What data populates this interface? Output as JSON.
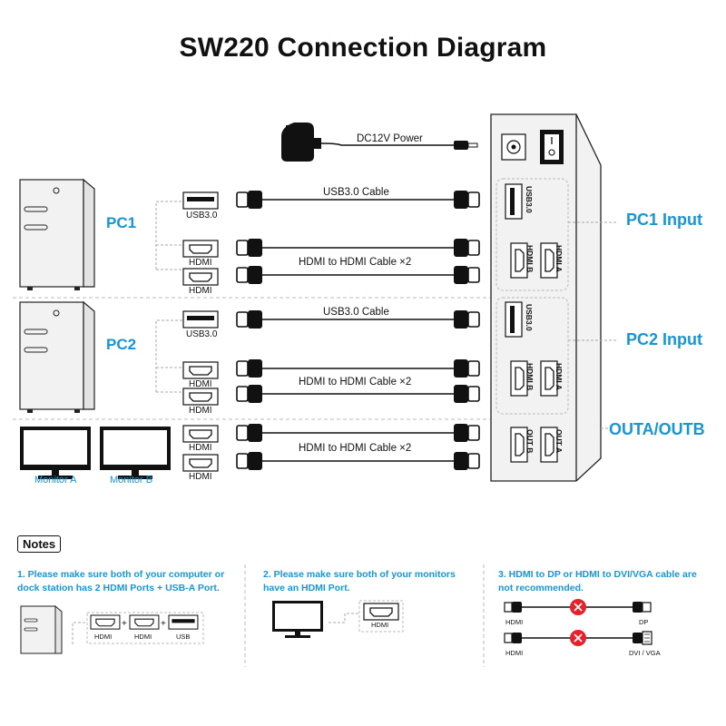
{
  "title": "SW220 Connection Diagram",
  "power": {
    "label": "DC12V Power"
  },
  "pcs": [
    {
      "label": "PC1",
      "usb_port": "USB3.0",
      "hdmi_port_1": "HDMI",
      "hdmi_port_2": "HDMI",
      "usb_cable": "USB3.0 Cable",
      "hdmi_cable": "HDMI to HDMI Cable ×2"
    },
    {
      "label": "PC2",
      "usb_port": "USB3.0",
      "hdmi_port_1": "HDMI",
      "hdmi_port_2": "HDMI",
      "usb_cable": "USB3.0 Cable",
      "hdmi_cable": "HDMI to HDMI Cable ×2"
    }
  ],
  "monitors": {
    "monitor_a": "Monitor A",
    "monitor_b": "Monitor B",
    "hdmi_port_1": "HDMI",
    "hdmi_port_2": "HDMI",
    "hdmi_cable": "HDMI to HDMI Cable ×2"
  },
  "switch_ports": {
    "pc1_usb": "USB3.0",
    "pc1_hdmi_b": "HDMI B",
    "pc1_hdmi_a": "HDMI A",
    "pc2_usb": "USB3.0",
    "pc2_hdmi_b": "HDMI B",
    "pc2_hdmi_a": "HDMI A",
    "out_b": "OUT B",
    "out_a": "OUT A"
  },
  "side_labels": {
    "pc1_input": "PC1 Input",
    "pc2_input": "PC2 Input",
    "outputs": "OUTA/OUTB"
  },
  "notes": {
    "heading": "Notes",
    "note1": {
      "line1": "1. Please make sure both of your computer or",
      "line2": "dock station has 2 HDMI Ports + USB-A Port.",
      "port1": "HDMI",
      "port2": "HDMI",
      "port3": "USB",
      "plus": "+"
    },
    "note2": {
      "line1": "2. Please make sure both of your monitors",
      "line2": "have an HDMI Port.",
      "port": "HDMI"
    },
    "note3": {
      "line1": "3. HDMI to DP or HDMI to DVI/VGA cable are",
      "line2": "not recommended.",
      "row1_left": "HDMI",
      "row1_right": "DP",
      "row2_left": "HDMI",
      "row2_right": "DVI / VGA"
    }
  },
  "colors": {
    "accent": "#1796d6",
    "cross": "#e8202a",
    "device_gray": "#f2f2f2"
  }
}
